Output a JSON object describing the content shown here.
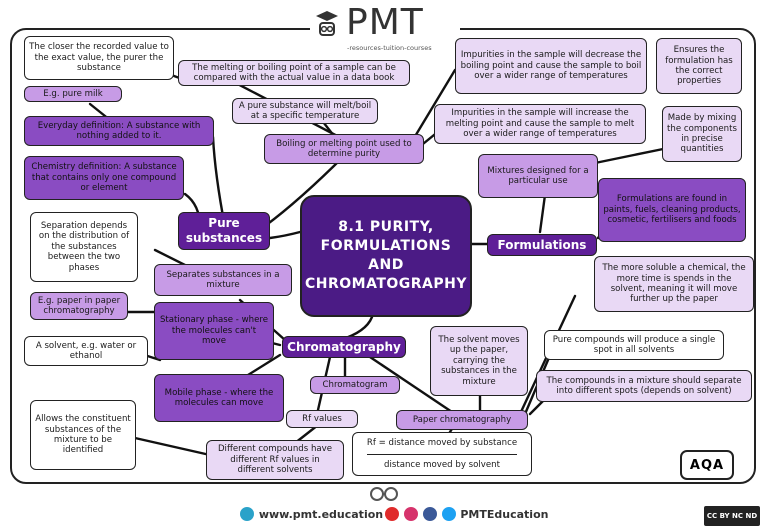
{
  "header": {
    "brand": "PMT",
    "tagline": "-resources-tuition-courses"
  },
  "central_title": "8.1 PURITY, FORMULATIONS AND CHROMATOGRAPHY",
  "branches": {
    "pure_substances": "Pure substances",
    "formulations": "Formulations",
    "chromatography": "Chromatography"
  },
  "pure": {
    "closer_value": "The closer the recorded value to the exact value, the purer the substance",
    "melting_compare": "The melting or boiling point of a sample can be compared with the actual value in a data book",
    "melt_boil_specific": "A pure substance will melt/boil at a specific temperature",
    "boiling_point_purity": "Boiling or melting point used to determine purity",
    "pure_milk": "E.g. pure milk",
    "everyday_def": "Everyday definition: A substance with nothing added to it.",
    "chemistry_def": "Chemistry definition: A substance that contains only one compound or element",
    "impurities_boil": "Impurities in the sample will decrease the boiling point and cause the sample to boil over a wider range of temperatures",
    "impurities_melt": "Impurities in the sample will increase the melting point and cause the sample to melt over a wider range of temperatures"
  },
  "formulations": {
    "ensures": "Ensures the formulation has the correct properties",
    "made_by_mixing": "Made by mixing the components in precise quantities",
    "mixtures_designed": "Mixtures designed for a particular use",
    "found_in": "Formulations are found in paints, fuels, cleaning products, cosmetic, fertilisers and foods"
  },
  "chroma": {
    "separation_depends": "Separation depends on the distribution of the substances between the two phases",
    "separates_mixture": "Separates substances in a mixture",
    "paper_example": "E.g. paper in paper chromatography",
    "stationary_phase": "Stationary phase - where the molecules can't move",
    "solvent_example": "A solvent, e.g. water or ethanol",
    "mobile_phase": "Mobile phase - where the molecules can move",
    "chromatogram": "Chromatogram",
    "rf_values": "Rf values",
    "allows_constituent": "Allows the constituent substances of the mixture to be identified",
    "different_rf": "Different compounds have different Rf values in different solvents",
    "rf_numerator": "Rf = distance moved by substance",
    "rf_denominator": "distance moved by solvent",
    "paper_chromatography": "Paper chromatography",
    "solvent_moves": "The solvent moves up the paper, carrying the substances in the mixture",
    "more_soluble": "The more soluble a chemical, the more time is spends in the solvent, meaning it will move further up the paper",
    "pure_single_spot": "Pure compounds will produce a single spot in all solvents",
    "mixture_separate": "The compounds in a mixture should separate into different spots (depends on solvent)"
  },
  "badge": "AQA",
  "footer": {
    "website": "www.pmt.education",
    "social": "PMTEducation",
    "license": "CC BY NC ND"
  }
}
